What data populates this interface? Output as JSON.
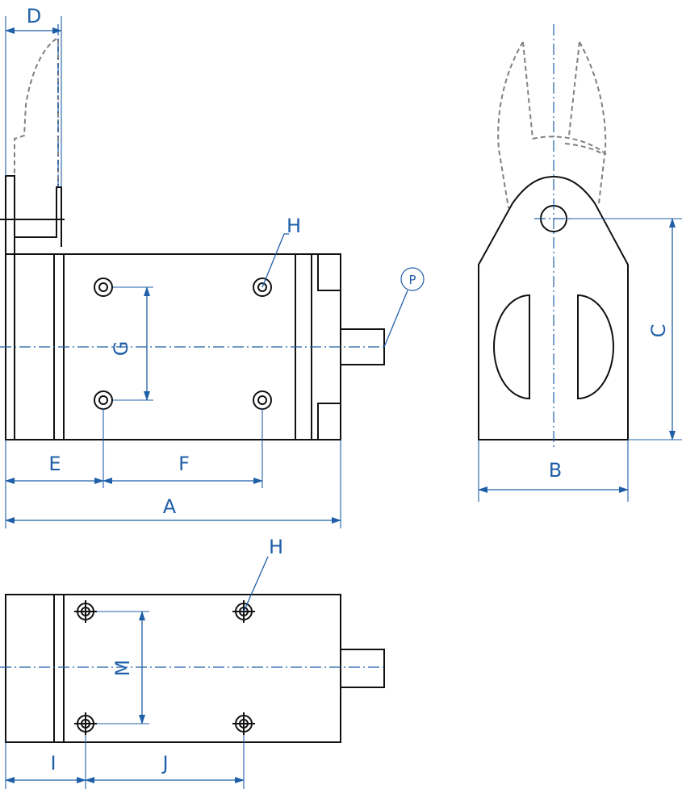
{
  "labels": {
    "A": "A",
    "B": "B",
    "C": "C",
    "D": "D",
    "E": "E",
    "F": "F",
    "G": "G",
    "H": "H",
    "I": "I",
    "J": "J",
    "M": "M",
    "P": "P"
  },
  "colors": {
    "dimension": "#1f5fa8",
    "object": "#111111",
    "hidden": "#808080"
  }
}
